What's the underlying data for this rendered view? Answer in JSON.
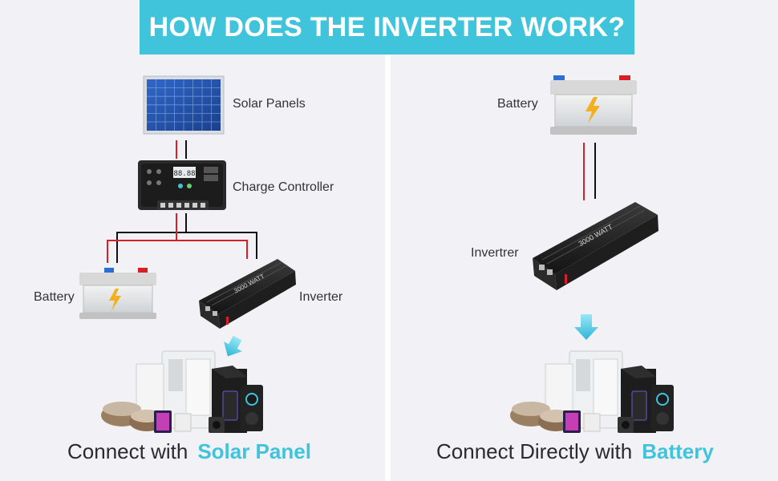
{
  "title": "HOW DOES THE INVERTER WORK?",
  "left": {
    "labels": {
      "solar": "Solar Panels",
      "controller": "Charge Controller",
      "battery": "Battery",
      "inverter": "Inverter"
    },
    "controller_display": "88.88",
    "inverter_brand": "3000 WATT",
    "caption_prefix": "Connect with",
    "caption_accent": "Solar Panel"
  },
  "right": {
    "labels": {
      "battery": "Battery",
      "inverter": "Invertrer"
    },
    "inverter_brand": "3000 WATT",
    "caption_prefix": "Connect Directly with",
    "caption_accent": "Battery"
  },
  "colors": {
    "accent": "#3fc4dc",
    "wire_positive": "#d81f26",
    "wire_negative": "#111111"
  },
  "icons": [
    "solar-panel-icon",
    "charge-controller-icon",
    "battery-icon",
    "inverter-icon",
    "down-arrow-icon",
    "appliances-icon"
  ]
}
